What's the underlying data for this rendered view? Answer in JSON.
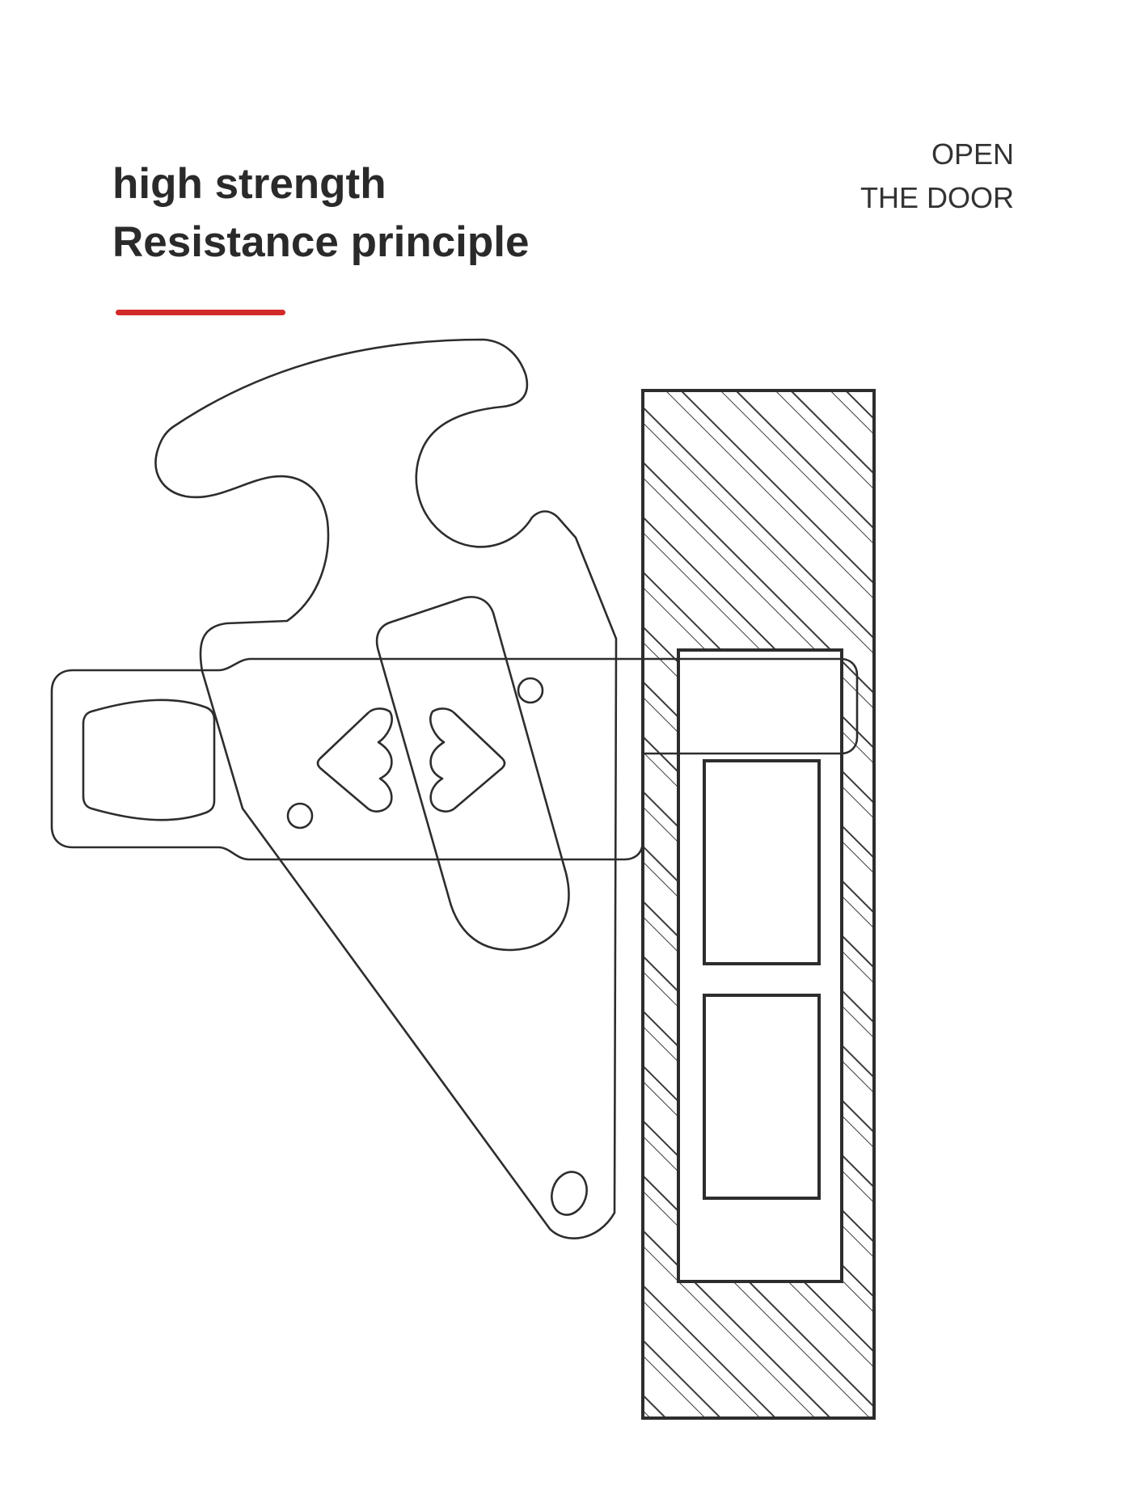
{
  "heading": {
    "line1": "high strength",
    "line2": "Resistance principle"
  },
  "side_label": {
    "line1": "OPEN",
    "line2": "THE DOOR"
  },
  "colors": {
    "accent": "#d32a2a",
    "stroke": "#2d2d2d",
    "background": "#ffffff"
  },
  "icons": [
    "door-lock-outline-diagram",
    "door-frame-hatched",
    "strike-plate"
  ]
}
